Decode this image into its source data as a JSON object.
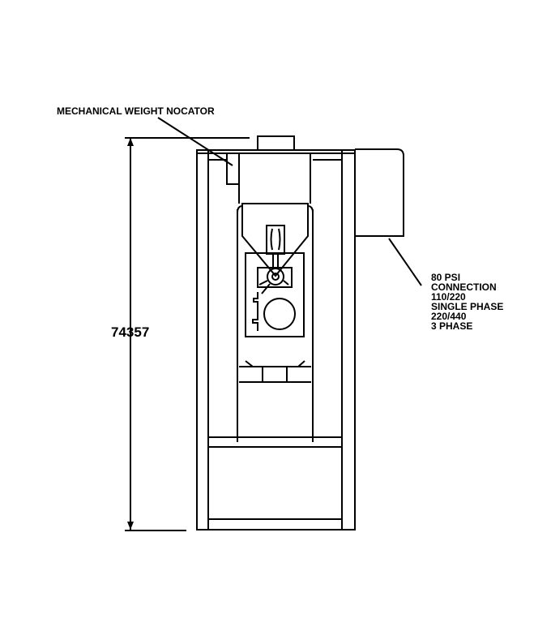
{
  "callouts": {
    "top_left": "MECHANICAL WEIGHT NOCATOR",
    "right": [
      "80 PSI",
      "CONNECTION",
      "110/220",
      "SINGLE PHASE",
      "220/440",
      "3 PHASE"
    ]
  },
  "dimension": {
    "height_label": "74357"
  },
  "colors": {
    "line": "#000000",
    "background": "#ffffff"
  }
}
